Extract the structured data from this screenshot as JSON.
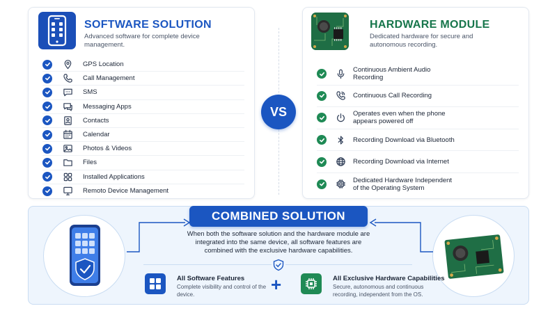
{
  "software": {
    "title": "SOFTWARE SOLUTION",
    "subtitle": "Advanced software for complete device management.",
    "items": [
      {
        "label": "GPS Location",
        "icon": "map-pin-icon"
      },
      {
        "label": "Call Management",
        "icon": "phone-icon"
      },
      {
        "label": "SMS",
        "icon": "sms-icon"
      },
      {
        "label": "Messaging Apps",
        "icon": "chat-icon"
      },
      {
        "label": "Contacts",
        "icon": "contacts-icon"
      },
      {
        "label": "Calendar",
        "icon": "calendar-icon"
      },
      {
        "label": "Photos & Videos",
        "icon": "image-icon"
      },
      {
        "label": "Files",
        "icon": "folder-icon"
      },
      {
        "label": "Installed Applications",
        "icon": "apps-icon"
      },
      {
        "label": "Remoto Device Management",
        "icon": "monitor-icon"
      }
    ]
  },
  "hardware": {
    "title": "HARDWARE MODULE",
    "subtitle": "Dedicated hardware for secure and autonomous recording.",
    "items": [
      {
        "label": "Continuous Ambient Audio Recording",
        "icon": "microphone-icon"
      },
      {
        "label": "Continuous Call Recording",
        "icon": "phone-call-icon"
      },
      {
        "label": "Operates even when the phone appears powered off",
        "icon": "power-icon"
      },
      {
        "label": "Recording Download via Bluetooth",
        "icon": "bluetooth-icon"
      },
      {
        "label": "Recording Download via Internet",
        "icon": "globe-icon"
      },
      {
        "label": "Dedicated Hardware Independent of the Operating System",
        "icon": "chip-icon"
      }
    ]
  },
  "vs_label": "VS",
  "combined": {
    "title": "COMBINED SOLUTION",
    "description": "When both the software solution and the hardware module are integrated into the same device, all software features are combined with the exclusive hardware capabilities.",
    "software_cap": {
      "title": "All Software Features",
      "description": "Complete visibility and control of the device."
    },
    "hardware_cap": {
      "title": "All Exclusive Hardware Capabilities",
      "description": "Secure, autonomous and continuous recording, independent from the OS."
    },
    "plus": "+"
  },
  "colors": {
    "software_blue": "#1b56c1",
    "hardware_green": "#1f8a55",
    "combined_bg": "#eef5fd"
  }
}
